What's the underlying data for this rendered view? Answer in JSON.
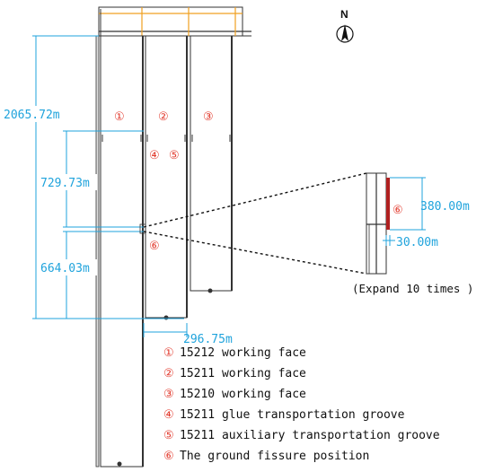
{
  "north_label": "N",
  "dimensions": {
    "total_length": "2065.72m",
    "upper_segment": "729.73m",
    "lower_segment": "664.03m",
    "offset_width": "296.75m",
    "zoom_height": "380.00m",
    "zoom_width": "30.00m"
  },
  "face_markers": [
    "①",
    "②",
    "③",
    "④",
    "⑤",
    "⑥"
  ],
  "zoom_marker": "⑥",
  "expand_note": "(Expand 10 times )",
  "legend": [
    {
      "marker": "①",
      "text": "15212 working face"
    },
    {
      "marker": "②",
      "text": "15211 working face"
    },
    {
      "marker": "③",
      "text": "15210 working face"
    },
    {
      "marker": "④",
      "text": "15211 glue transportation groove"
    },
    {
      "marker": "⑤",
      "text": "15211 auxiliary transportation groove"
    },
    {
      "marker": "⑥",
      "text": "The ground fissure position"
    }
  ],
  "colors": {
    "dimension": "#1fa3dc",
    "marker": "#e23b2e",
    "structure": "#333333",
    "accent": "#f0a020",
    "fissure": "#b02020"
  }
}
